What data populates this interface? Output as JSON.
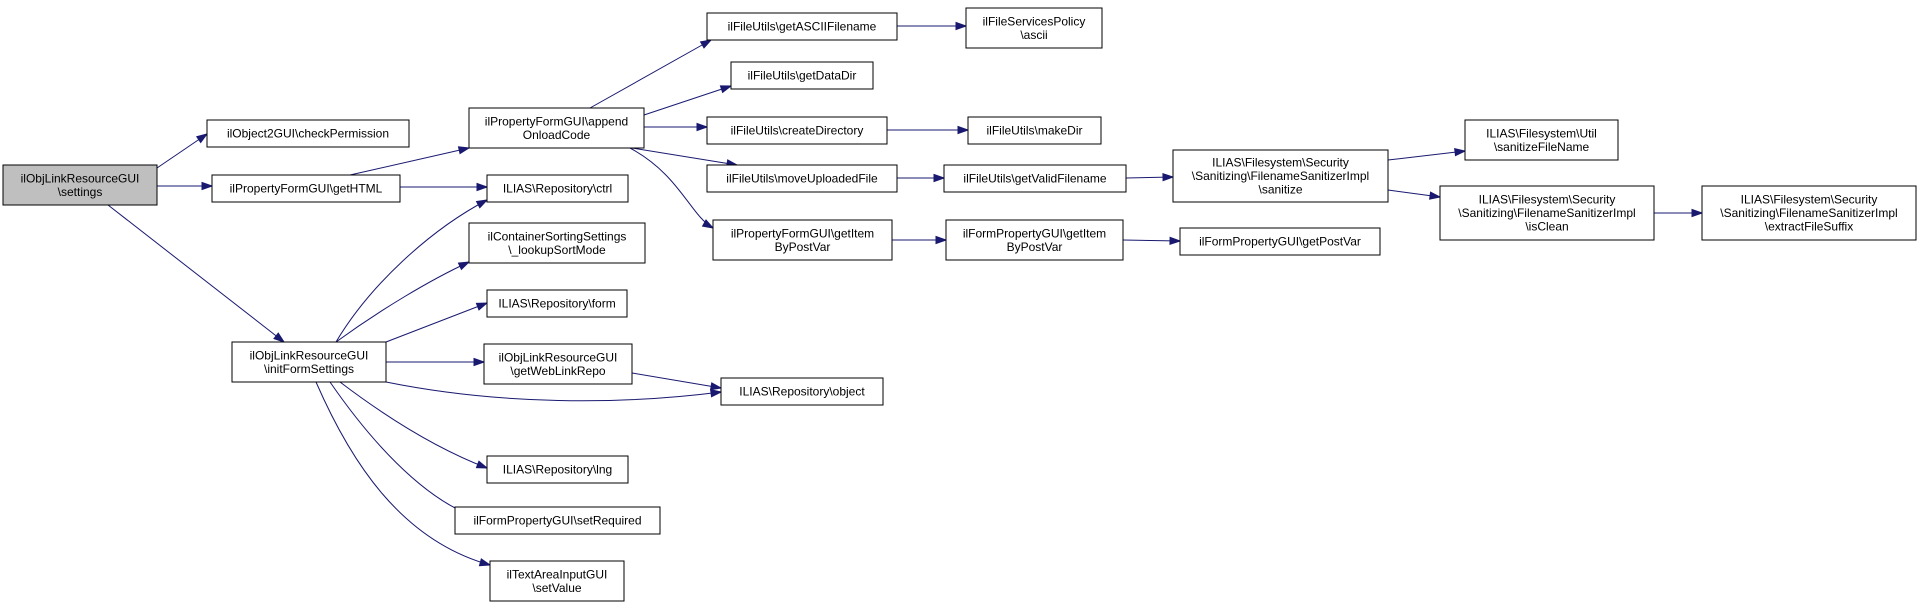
{
  "nodes": [
    {
      "id": "n0",
      "lines": [
        "ilObjLinkResourceGUI",
        "\\settings"
      ],
      "root": true
    },
    {
      "id": "n1",
      "lines": [
        "ilObject2GUI\\checkPermission"
      ]
    },
    {
      "id": "n2",
      "lines": [
        "ilPropertyFormGUI\\getHTML"
      ]
    },
    {
      "id": "n3",
      "lines": [
        "ilObjLinkResourceGUI",
        "\\initFormSettings"
      ]
    },
    {
      "id": "n4",
      "lines": [
        "ilPropertyFormGUI\\append",
        "OnloadCode"
      ]
    },
    {
      "id": "n5",
      "lines": [
        "ILIAS\\Repository\\ctrl"
      ]
    },
    {
      "id": "n6",
      "lines": [
        "ilContainerSortingSettings",
        "\\_lookupSortMode"
      ]
    },
    {
      "id": "n7",
      "lines": [
        "ILIAS\\Repository\\form"
      ]
    },
    {
      "id": "n8",
      "lines": [
        "ilObjLinkResourceGUI",
        "\\getWebLinkRepo"
      ]
    },
    {
      "id": "n9",
      "lines": [
        "ILIAS\\Repository\\object"
      ]
    },
    {
      "id": "n10",
      "lines": [
        "ILIAS\\Repository\\lng"
      ]
    },
    {
      "id": "n11",
      "lines": [
        "ilFormPropertyGUI\\setRequired"
      ]
    },
    {
      "id": "n12",
      "lines": [
        "ilTextAreaInputGUI",
        "\\setValue"
      ]
    },
    {
      "id": "n13",
      "lines": [
        "ilFileUtils\\getASCIIFilename"
      ]
    },
    {
      "id": "n14",
      "lines": [
        "ilFileServicesPolicy",
        "\\ascii"
      ]
    },
    {
      "id": "n15",
      "lines": [
        "ilFileUtils\\getDataDir"
      ]
    },
    {
      "id": "n16",
      "lines": [
        "ilFileUtils\\createDirectory"
      ]
    },
    {
      "id": "n17",
      "lines": [
        "ilFileUtils\\makeDir"
      ]
    },
    {
      "id": "n18",
      "lines": [
        "ilFileUtils\\moveUploadedFile"
      ]
    },
    {
      "id": "n19",
      "lines": [
        "ilFileUtils\\getValidFilename"
      ]
    },
    {
      "id": "n20",
      "lines": [
        "ilPropertyFormGUI\\getItem",
        "ByPostVar"
      ]
    },
    {
      "id": "n21",
      "lines": [
        "ilFormPropertyGUI\\getItem",
        "ByPostVar"
      ]
    },
    {
      "id": "n22",
      "lines": [
        "ilFormPropertyGUI\\getPostVar"
      ]
    },
    {
      "id": "n23",
      "lines": [
        "ILIAS\\Filesystem\\Security",
        "\\Sanitizing\\FilenameSanitizerImpl",
        "\\sanitize"
      ]
    },
    {
      "id": "n24",
      "lines": [
        "ILIAS\\Filesystem\\Util",
        "\\sanitizeFileName"
      ]
    },
    {
      "id": "n25",
      "lines": [
        "ILIAS\\Filesystem\\Security",
        "\\Sanitizing\\FilenameSanitizerImpl",
        "\\isClean"
      ]
    },
    {
      "id": "n26",
      "lines": [
        "ILIAS\\Filesystem\\Security",
        "\\Sanitizing\\FilenameSanitizerImpl",
        "\\extractFileSuffix"
      ]
    }
  ],
  "edges": [
    {
      "from": "n0",
      "to": "n1"
    },
    {
      "from": "n0",
      "to": "n2"
    },
    {
      "from": "n0",
      "to": "n3"
    },
    {
      "from": "n2",
      "to": "n4"
    },
    {
      "from": "n2",
      "to": "n5"
    },
    {
      "from": "n3",
      "to": "n5"
    },
    {
      "from": "n3",
      "to": "n6"
    },
    {
      "from": "n3",
      "to": "n7"
    },
    {
      "from": "n3",
      "to": "n8"
    },
    {
      "from": "n3",
      "to": "n9"
    },
    {
      "from": "n3",
      "to": "n10"
    },
    {
      "from": "n3",
      "to": "n11"
    },
    {
      "from": "n3",
      "to": "n12"
    },
    {
      "from": "n8",
      "to": "n9"
    },
    {
      "from": "n4",
      "to": "n13"
    },
    {
      "from": "n4",
      "to": "n15"
    },
    {
      "from": "n4",
      "to": "n16"
    },
    {
      "from": "n4",
      "to": "n18"
    },
    {
      "from": "n4",
      "to": "n20"
    },
    {
      "from": "n13",
      "to": "n14"
    },
    {
      "from": "n16",
      "to": "n17"
    },
    {
      "from": "n18",
      "to": "n19"
    },
    {
      "from": "n19",
      "to": "n23"
    },
    {
      "from": "n20",
      "to": "n21"
    },
    {
      "from": "n21",
      "to": "n22"
    },
    {
      "from": "n23",
      "to": "n24"
    },
    {
      "from": "n23",
      "to": "n25"
    },
    {
      "from": "n25",
      "to": "n26"
    }
  ],
  "colors": {
    "edge": "#191970",
    "root_fill": "#bfbfbf",
    "node_fill": "#ffffff",
    "node_stroke": "#000000"
  }
}
